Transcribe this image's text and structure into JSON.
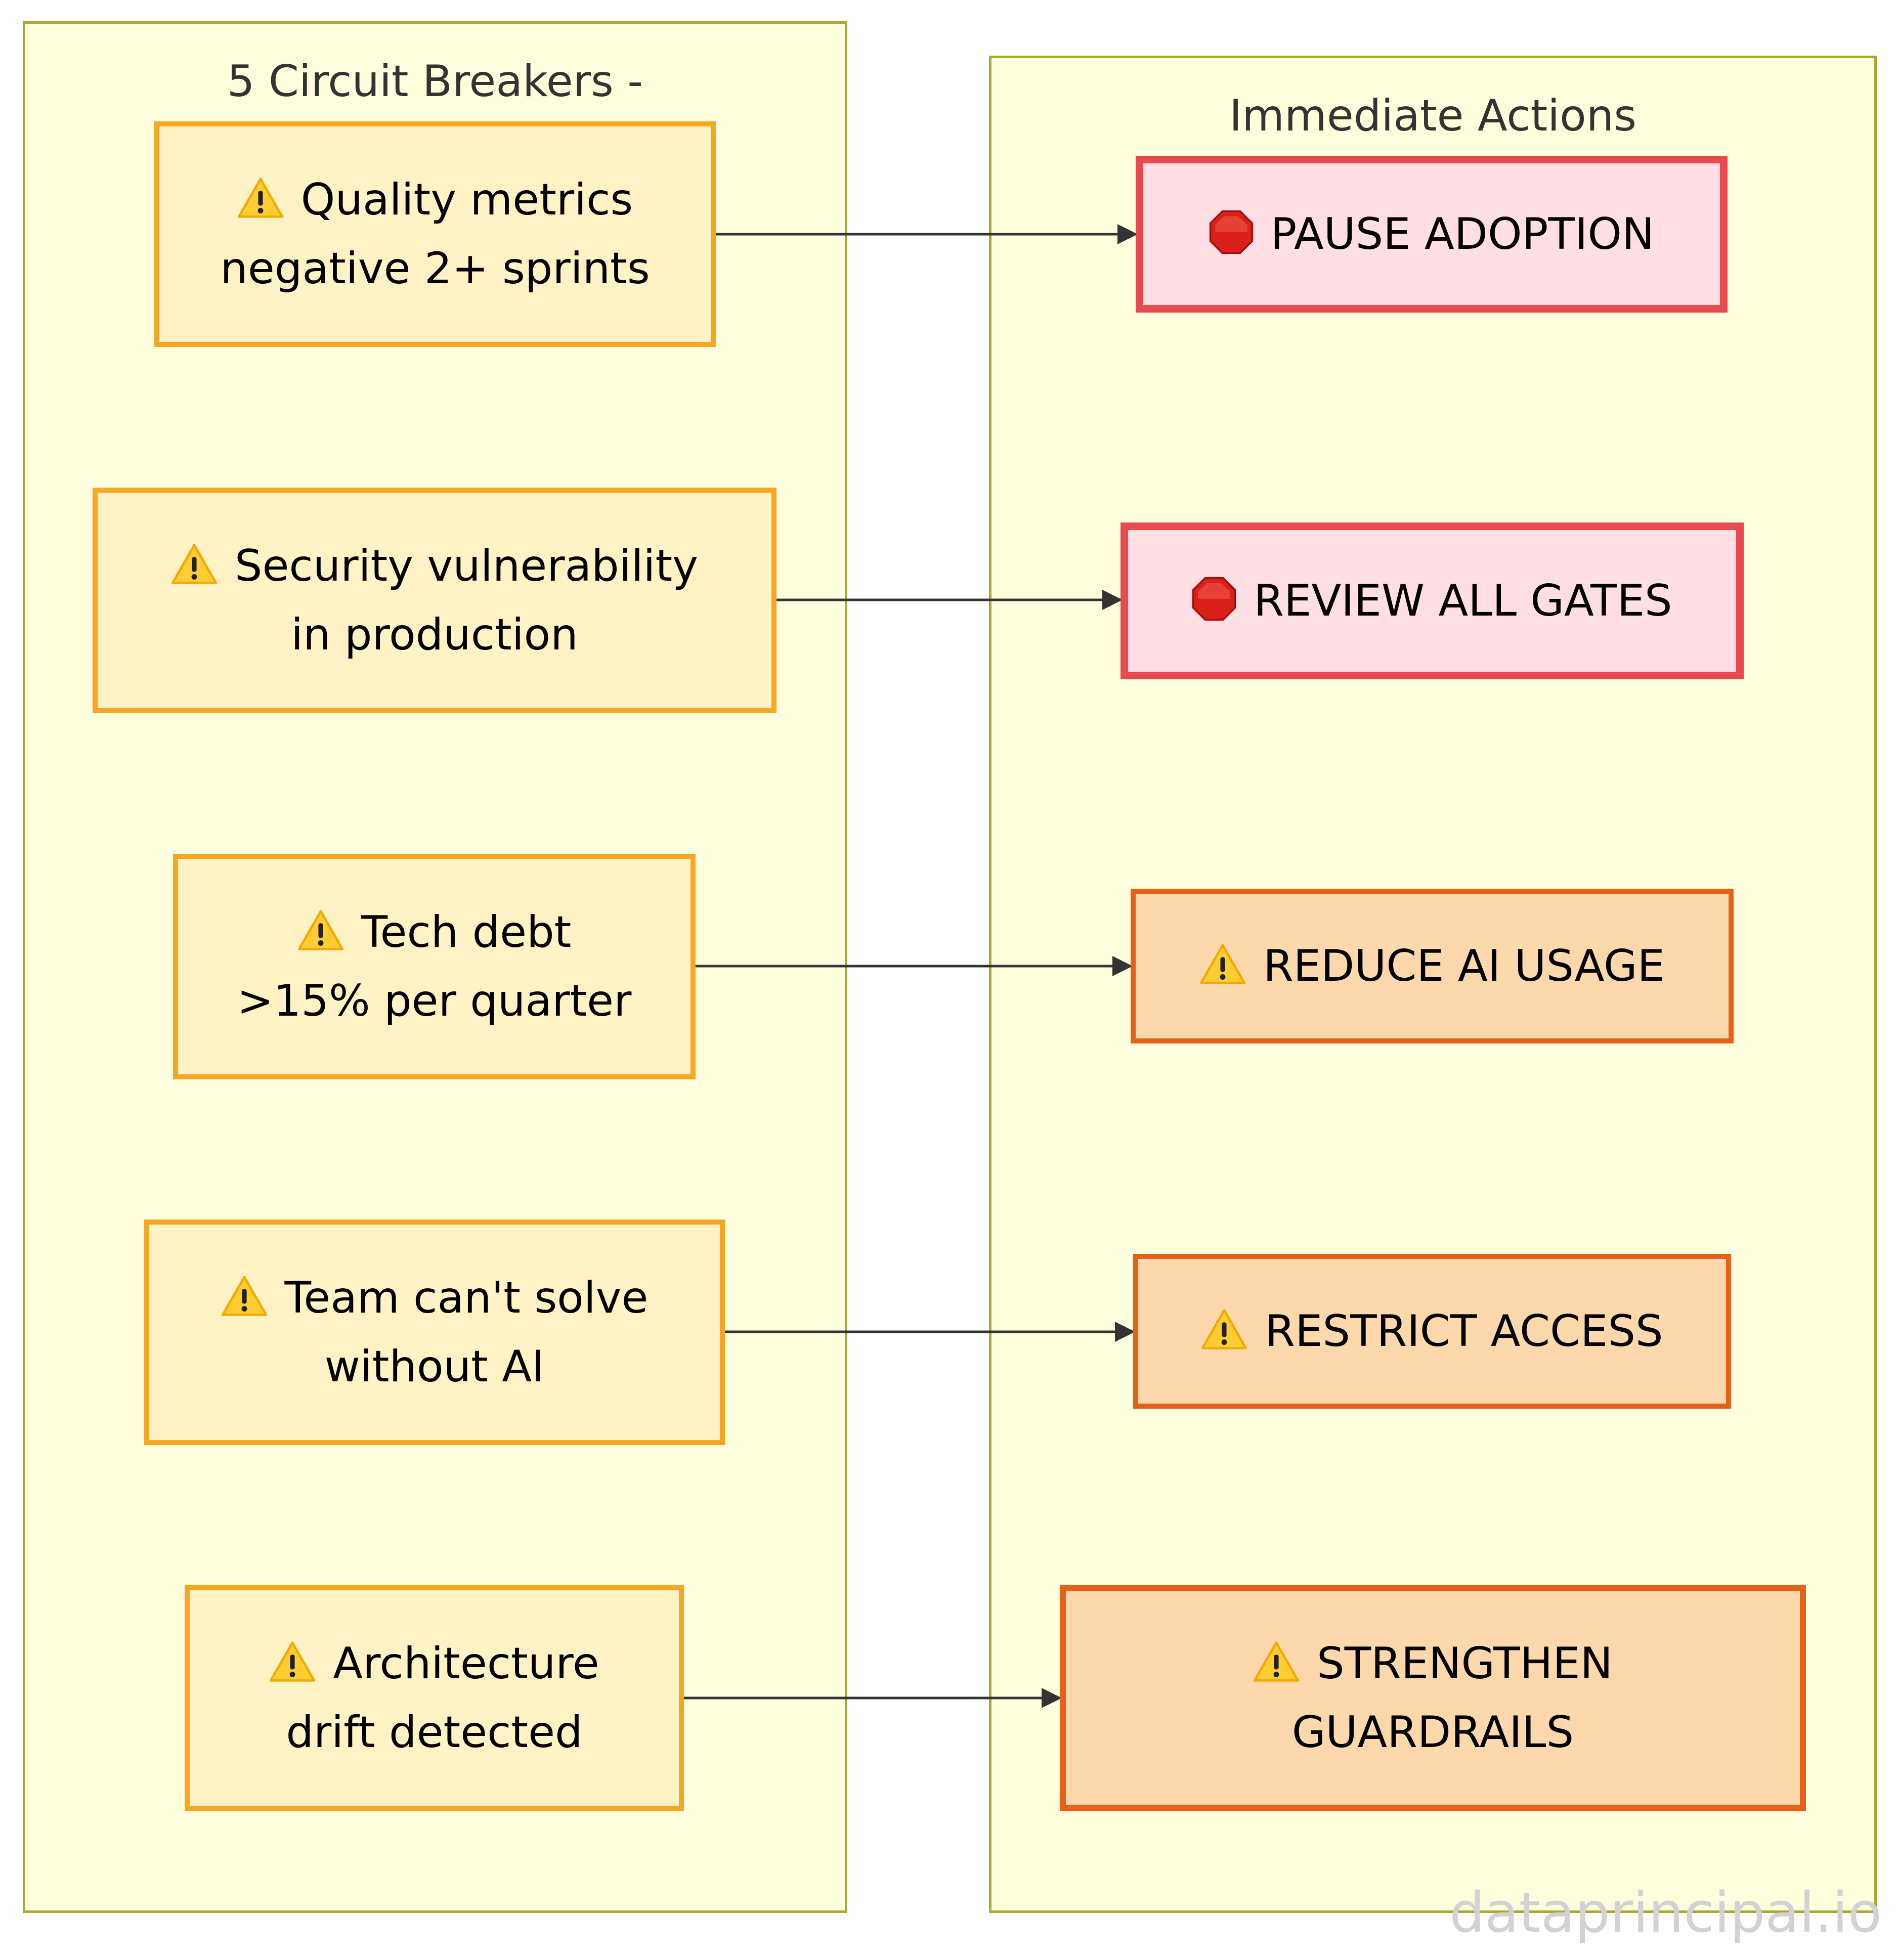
{
  "clusters": {
    "breakers": {
      "title_line1": "5 Circuit Breakers -",
      "title_line2": "Monitor Weekly"
    },
    "actions": {
      "title": "Immediate Actions"
    }
  },
  "breakers": [
    {
      "line1": "Quality metrics",
      "line2": "negative 2+ sprints",
      "icon": "warning-icon"
    },
    {
      "line1": "Security vulnerability",
      "line2": "in production",
      "icon": "warning-icon"
    },
    {
      "line1": "Tech debt",
      "line2": ">15% per quarter",
      "icon": "warning-icon"
    },
    {
      "line1": "Team can't solve",
      "line2": "without AI",
      "icon": "warning-icon"
    },
    {
      "line1": "Architecture",
      "line2": "drift detected",
      "icon": "warning-icon"
    }
  ],
  "actions": [
    {
      "line1": "PAUSE ADOPTION",
      "icon": "stop-sign-icon",
      "severity": "critical"
    },
    {
      "line1": "REVIEW ALL GATES",
      "icon": "stop-sign-icon",
      "severity": "critical"
    },
    {
      "line1": "REDUCE AI USAGE",
      "icon": "warning-icon",
      "severity": "warning"
    },
    {
      "line1": "RESTRICT ACCESS",
      "icon": "warning-icon",
      "severity": "warning"
    },
    {
      "line1": "STRENGTHEN",
      "line2": "GUARDRAILS",
      "icon": "warning-icon",
      "severity": "warning"
    }
  ],
  "colors": {
    "cluster_fill": "#ffffde",
    "cluster_border": "#aaaa33",
    "breaker_fill": "#fff2c4",
    "breaker_border": "#f5a623",
    "critical_fill": "#ffdfe3",
    "critical_border": "#e94a50",
    "warning_fill": "#fdd8ac",
    "warning_border": "#e85f1a",
    "edge": "#333333"
  },
  "watermark": "dataprincipal.io"
}
